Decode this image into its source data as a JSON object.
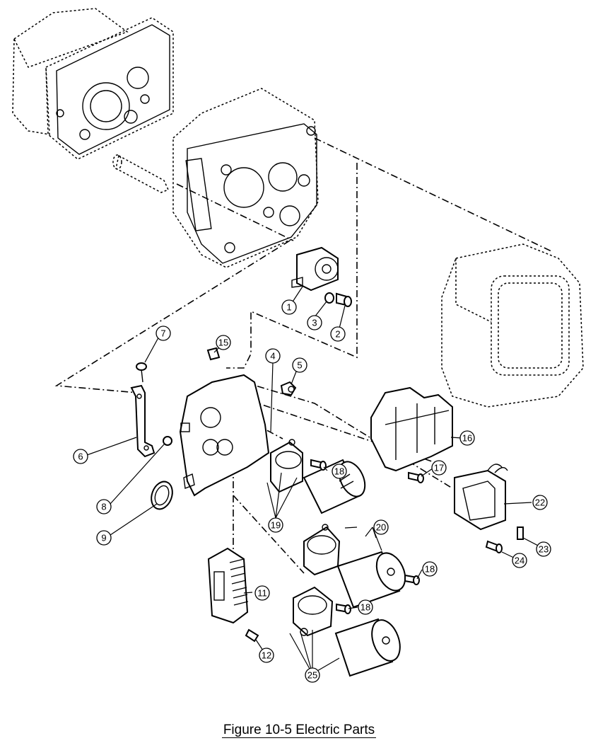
{
  "figure": {
    "caption": "Figure 10-5  Electric Parts"
  },
  "callouts": [
    {
      "id": "1",
      "label": "1"
    },
    {
      "id": "2",
      "label": "2"
    },
    {
      "id": "3",
      "label": "3"
    },
    {
      "id": "4",
      "label": "4"
    },
    {
      "id": "5",
      "label": "5"
    },
    {
      "id": "6",
      "label": "6"
    },
    {
      "id": "7",
      "label": "7"
    },
    {
      "id": "8",
      "label": "8"
    },
    {
      "id": "9",
      "label": "9"
    },
    {
      "id": "11",
      "label": "11"
    },
    {
      "id": "12",
      "label": "12"
    },
    {
      "id": "15",
      "label": "15"
    },
    {
      "id": "16",
      "label": "16"
    },
    {
      "id": "17",
      "label": "17"
    },
    {
      "id": "18a",
      "label": "18"
    },
    {
      "id": "18b",
      "label": "18"
    },
    {
      "id": "18c",
      "label": "18"
    },
    {
      "id": "19",
      "label": "19"
    },
    {
      "id": "20",
      "label": "20"
    },
    {
      "id": "22",
      "label": "22"
    },
    {
      "id": "23",
      "label": "23"
    },
    {
      "id": "24",
      "label": "24"
    },
    {
      "id": "25",
      "label": "25"
    }
  ]
}
